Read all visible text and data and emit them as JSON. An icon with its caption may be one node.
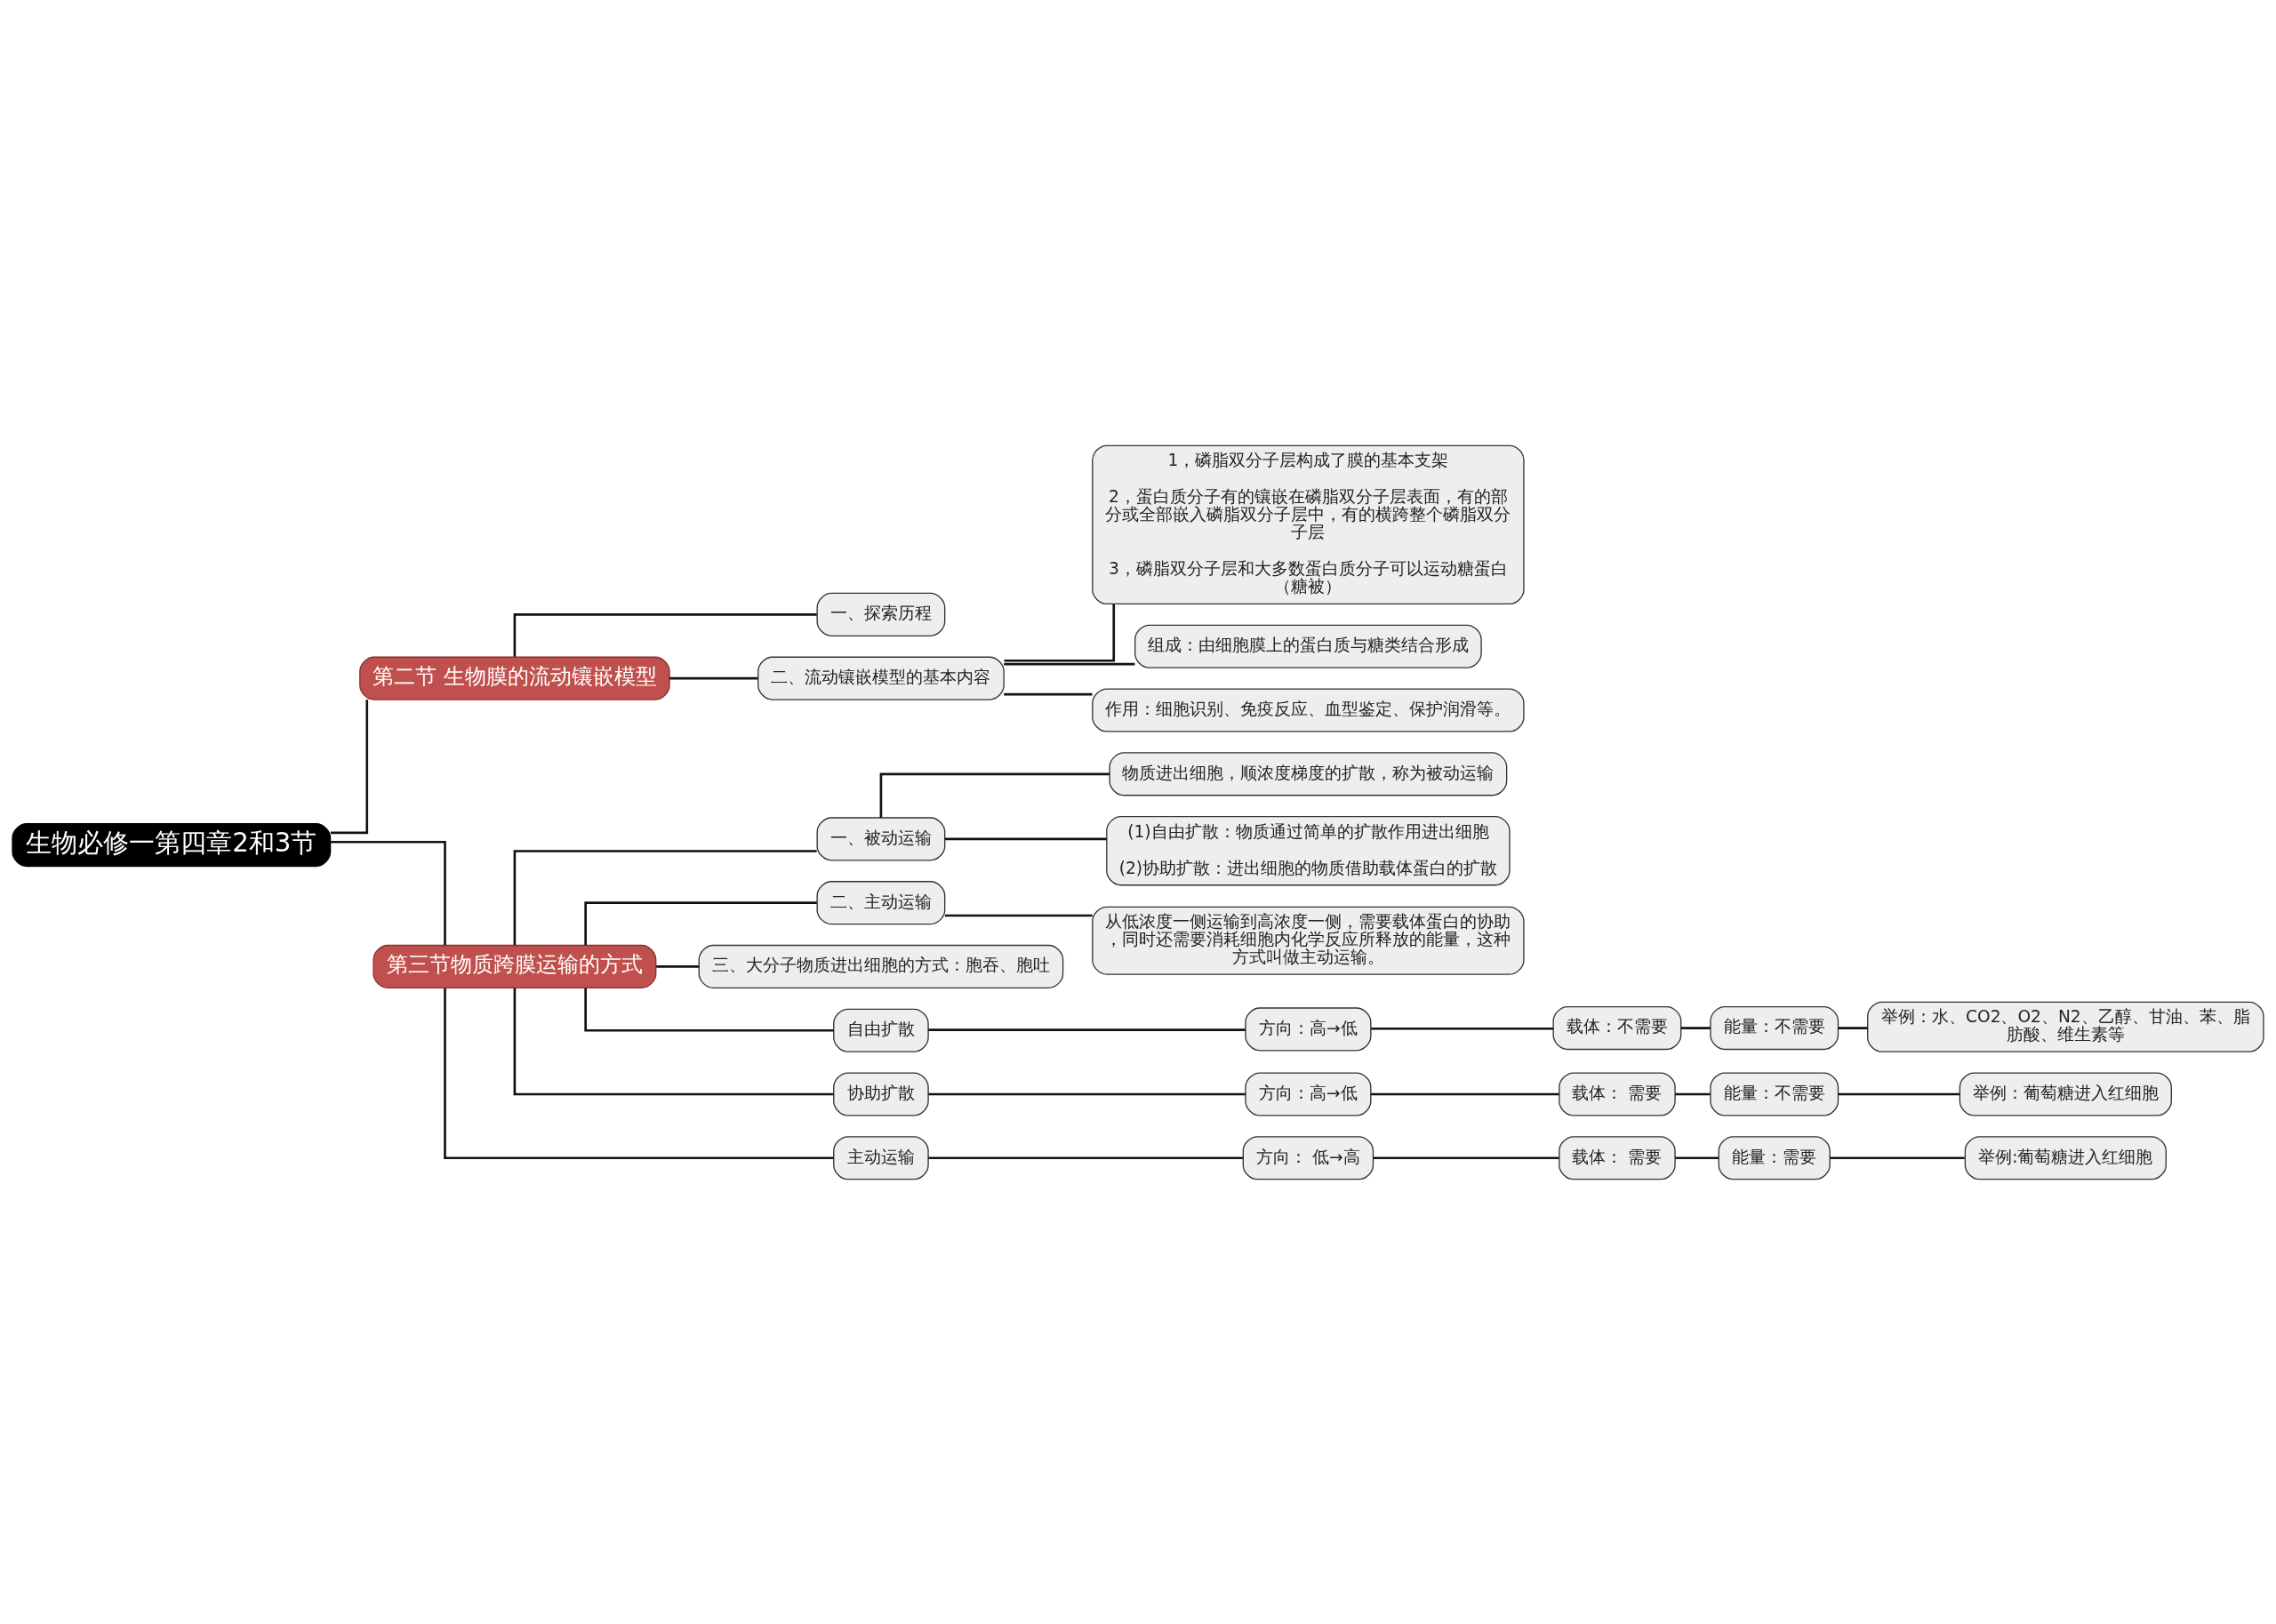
{
  "diagram": {
    "nodes": [
      {
        "text": [
          "生物必修一第四章2和3节"
        ]
      },
      {
        "text": [
          "第二节 生物膜的流动镶嵌模型"
        ]
      },
      {
        "text": [
          "一、探索历程"
        ]
      },
      {
        "text": [
          "二、流动镶嵌模型的基本内容"
        ]
      },
      {
        "text": [
          "1，磷脂双分子层构成了膜的基本支架",
          "2，蛋白质分子有的镶嵌在磷脂双分子层表面，有的部分或全部嵌入磷脂双分子层中，有的横跨整个磷脂双分子层",
          "3，磷脂双分子层和大多数蛋白质分子可以运动糖蛋白（糖被）"
        ]
      },
      {
        "text": [
          "组成：由细胞膜上的蛋白质与糖类结合形成"
        ]
      },
      {
        "text": [
          "作用：细胞识别、免疫反应、血型鉴定、保护润滑等。"
        ]
      },
      {
        "text": [
          "第三节物质跨膜运输的方式"
        ]
      },
      {
        "text": [
          "一、被动运输"
        ]
      },
      {
        "text": [
          "物质进出细胞，顺浓度梯度的扩散，称为被动运输"
        ]
      },
      {
        "text": [
          "(1)自由扩散：物质通过简单的扩散作用进出细胞",
          "(2)协助扩散：进出细胞的物质借助载体蛋白的扩散"
        ]
      },
      {
        "text": [
          "二、主动运输"
        ]
      },
      {
        "text": [
          "从低浓度一侧运输到高浓度一侧，需要载体蛋白的协助，同时还需要消耗细胞内化学反应所释放的能量，这种方式叫做主动运输。"
        ]
      },
      {
        "text": [
          "三、大分子物质进出细胞的方式：胞吞、胞吐"
        ]
      },
      {
        "text": [
          "自由扩散"
        ]
      },
      {
        "text": [
          "方向：高→低"
        ]
      },
      {
        "text": [
          "载体：不需要"
        ]
      },
      {
        "text": [
          "能量：不需要"
        ]
      },
      {
        "text": [
          "举例：水、CO2、O2、N2、乙醇、甘油、苯、脂肪酸、维生素等"
        ]
      },
      {
        "text": [
          "协助扩散"
        ]
      },
      {
        "text": [
          "方向：高→低"
        ]
      },
      {
        "text": [
          "载体： 需要"
        ]
      },
      {
        "text": [
          "能量：不需要"
        ]
      },
      {
        "text": [
          "举例：葡萄糖进入红细胞"
        ]
      },
      {
        "text": [
          "主动运输"
        ]
      },
      {
        "text": [
          "方向： 低→高"
        ]
      },
      {
        "text": [
          "载体： 需要"
        ]
      },
      {
        "text": [
          "能量：需要"
        ]
      },
      {
        "text": [
          "举例:葡萄糖进入红细胞"
        ]
      }
    ],
    "edges": [
      {
        "from": 0,
        "to": 1,
        "arrow": "none"
      },
      {
        "from": 1,
        "to": 2,
        "arrow": "none"
      },
      {
        "from": 1,
        "to": 3,
        "arrow": "none"
      },
      {
        "from": 3,
        "to": 4,
        "arrow": "none"
      },
      {
        "from": 3,
        "to": 5,
        "arrow": "none"
      },
      {
        "from": 3,
        "to": 6,
        "arrow": "none"
      },
      {
        "from": 0,
        "to": 7,
        "arrow": "none"
      },
      {
        "from": 7,
        "to": 8,
        "arrow": "none"
      },
      {
        "from": 8,
        "to": 9,
        "arrow": "none"
      },
      {
        "from": 8,
        "to": 10,
        "arrow": "none"
      },
      {
        "from": 7,
        "to": 11,
        "arrow": "none"
      },
      {
        "from": 11,
        "to": 12,
        "arrow": "none"
      },
      {
        "from": 7,
        "to": 13,
        "arrow": "none"
      },
      {
        "from": 7,
        "to": 14,
        "arrow": "none"
      },
      {
        "from": 14,
        "to": 15,
        "arrow": "none"
      },
      {
        "from": 15,
        "to": 16,
        "arrow": "none"
      },
      {
        "from": 16,
        "to": 17,
        "arrow": "none"
      },
      {
        "from": 17,
        "to": 18,
        "arrow": "none"
      },
      {
        "from": 7,
        "to": 19,
        "arrow": "none"
      },
      {
        "from": 19,
        "to": 20,
        "arrow": "none"
      },
      {
        "from": 20,
        "to": 21,
        "arrow": "none"
      },
      {
        "from": 21,
        "to": 22,
        "arrow": "none"
      },
      {
        "from": 22,
        "to": 23,
        "arrow": "none"
      },
      {
        "from": 7,
        "to": 24,
        "arrow": "none"
      },
      {
        "from": 24,
        "to": 25,
        "arrow": "none"
      },
      {
        "from": 25,
        "to": 26,
        "arrow": "none"
      },
      {
        "from": 26,
        "to": 27,
        "arrow": "none"
      },
      {
        "from": 27,
        "to": 28,
        "arrow": "none"
      }
    ]
  }
}
